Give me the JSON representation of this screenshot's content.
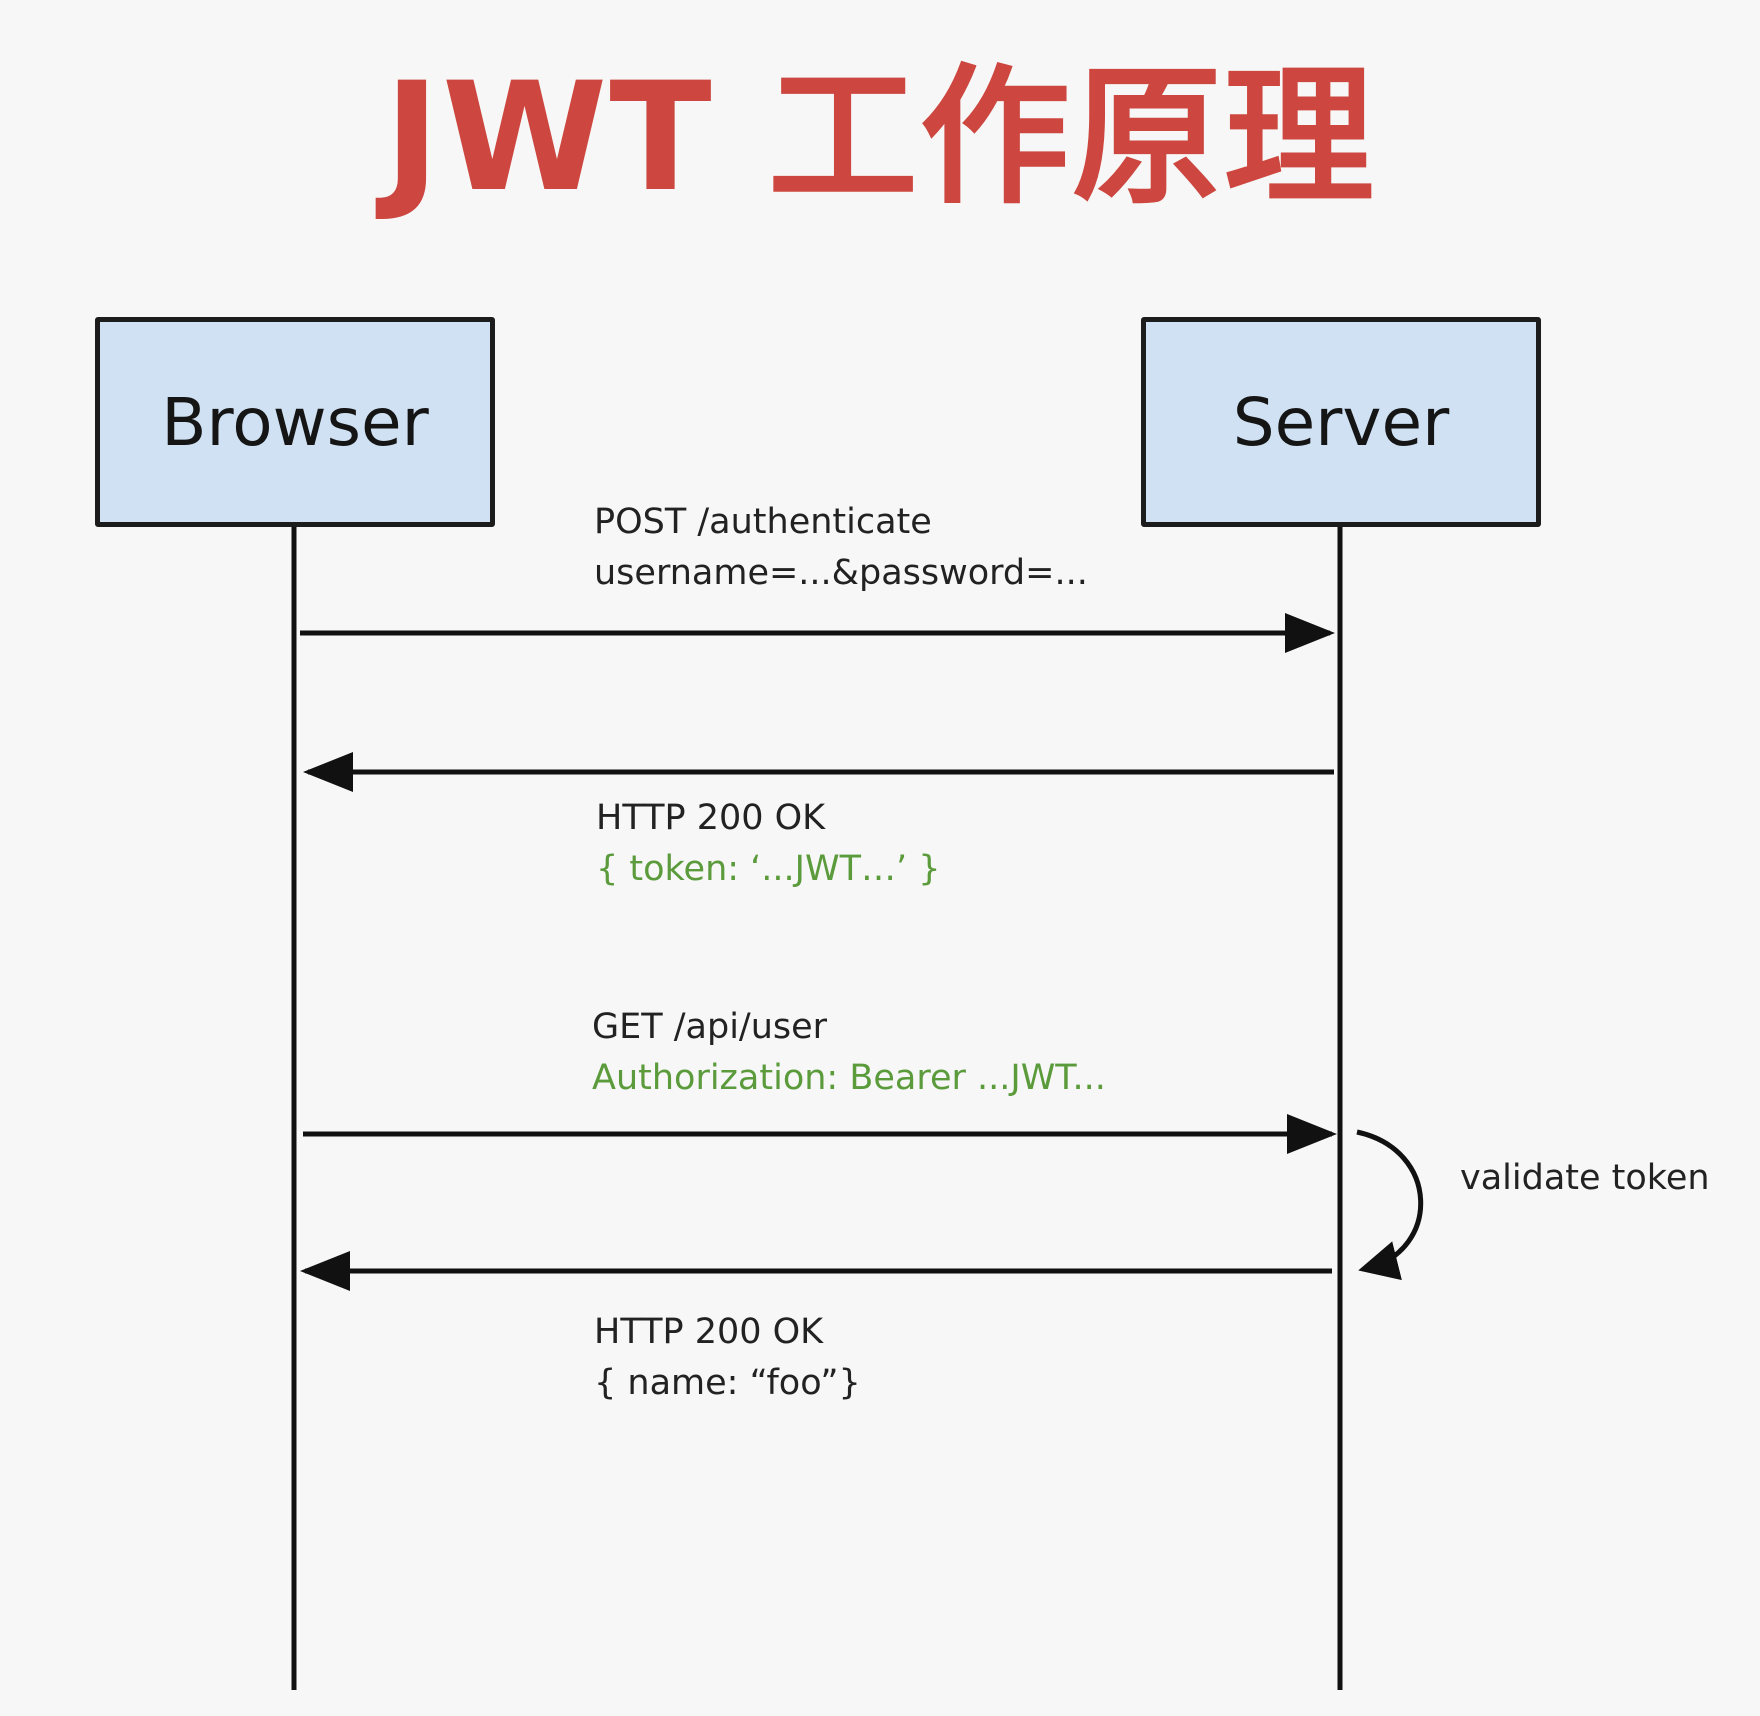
{
  "title": "JWT 工作原理",
  "actors": {
    "browser": "Browser",
    "server": "Server"
  },
  "messages": [
    {
      "direction": "browser-to-server",
      "line1": "POST /authenticate",
      "line2": "username=...&password=...",
      "line2_color": "#222222"
    },
    {
      "direction": "server-to-browser",
      "line1": "HTTP 200 OK",
      "line2": "{ token: ‘...JWT…’ }",
      "line2_color": "#5b9b3c"
    },
    {
      "direction": "browser-to-server",
      "line1": "GET /api/user",
      "line2": "Authorization: Bearer ...JWT...",
      "line2_color": "#5b9b3c"
    },
    {
      "direction": "server-to-browser",
      "line1": "HTTP 200 OK",
      "line2": "{ name: “foo”}",
      "line2_color": "#222222"
    }
  ],
  "self_note": "validate token",
  "colors": {
    "title": "#cd463f",
    "actor_fill": "#cfe1f2",
    "highlight_text": "#5b9b3c"
  }
}
